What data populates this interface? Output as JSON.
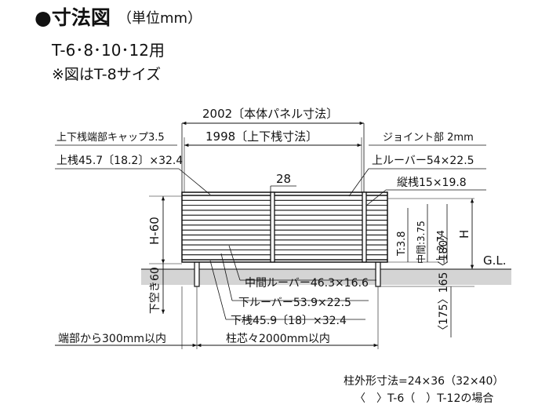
{
  "header": {
    "title": "●寸法図",
    "unit": "（単位mm）",
    "models": "T-6･8･10･12用",
    "note": "※図はT-8サイズ"
  },
  "labels": {
    "panel_width": "2002〔本体パネル寸法〕",
    "rail_width": "1998〔上下桟寸法〕",
    "cap": "上下桟端部キャップ3.5",
    "joint": "ジョイント部 2mm",
    "top_rail": "上桟45.7〔18.2〕×32.4",
    "top_louver": "上ルーバー54×22.5",
    "post": "縦桟15×19.8",
    "gap_28": "28",
    "h60": "H-60",
    "t38": "T:3.8",
    "mid375": "中間:3.75",
    "top374": "上:3.74",
    "h": "H",
    "gl": "G.L.",
    "bottom_gap": "下空き60",
    "mid_louver": "中間ルーバー46.3×16.6",
    "bottom_louver": "下ルーバー53.9×22.5",
    "bottom_rail": "下桟45.9〔18〕×32.4",
    "end_dist": "端部から300mm以内",
    "post_pitch": "柱芯々2000mm以内",
    "embed": "〈175〉165〈180〉",
    "post_size": "柱外形寸法=24×36（32×40）",
    "post_note": "〈　〉T-6（　）T-12の場合"
  },
  "colors": {
    "ground": "#d4d4d4",
    "line": "#111111"
  }
}
